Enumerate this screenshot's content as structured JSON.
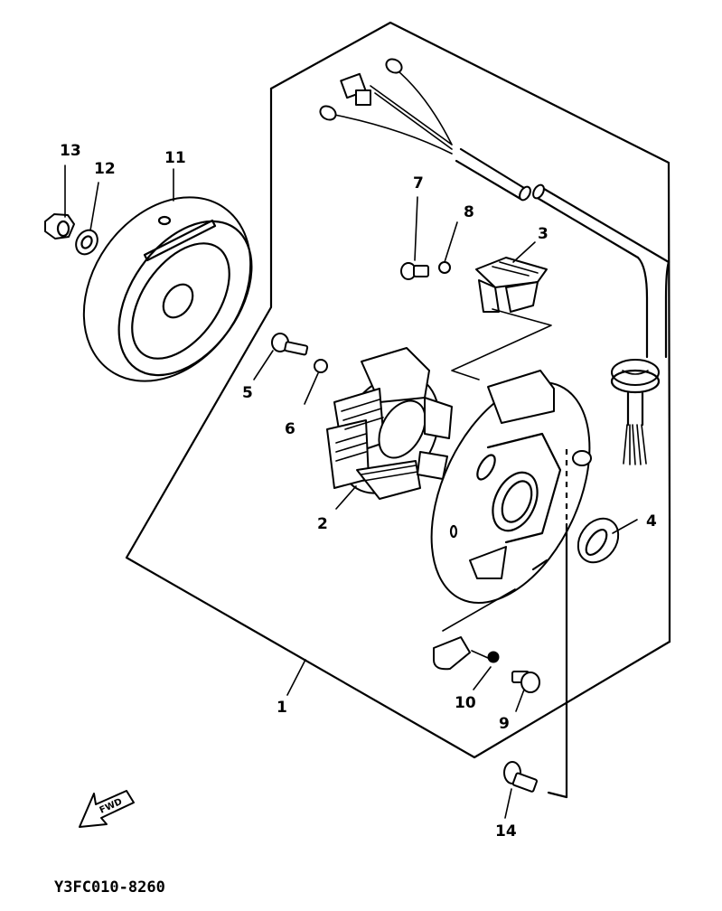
{
  "diagram": {
    "title": "Generator / Stator Assembly Exploded View",
    "drawing_code": "Y3FC010-8260",
    "direction_marker": "FWD",
    "callouts": [
      {
        "number": "1",
        "part": "stator-assembly"
      },
      {
        "number": "2",
        "part": "stator-coil"
      },
      {
        "number": "3",
        "part": "pickup-coil"
      },
      {
        "number": "4",
        "part": "oil-seal"
      },
      {
        "number": "5",
        "part": "screw"
      },
      {
        "number": "6",
        "part": "lock-washer"
      },
      {
        "number": "7",
        "part": "screw"
      },
      {
        "number": "8",
        "part": "lock-washer"
      },
      {
        "number": "9",
        "part": "screw"
      },
      {
        "number": "10",
        "part": "lock-washer"
      },
      {
        "number": "11",
        "part": "rotor-flywheel"
      },
      {
        "number": "12",
        "part": "washer"
      },
      {
        "number": "13",
        "part": "nut"
      },
      {
        "number": "14",
        "part": "bolt"
      }
    ]
  }
}
